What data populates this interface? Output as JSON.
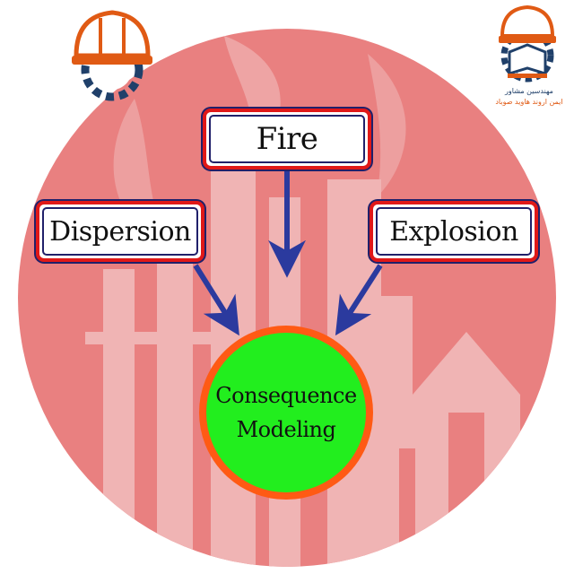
{
  "diagram": {
    "top_box": "Fire",
    "left_box": "Dispersion",
    "right_box": "Explosion",
    "center": {
      "line1": "Consequence",
      "line2": "Modeling"
    }
  },
  "logo": {
    "line1": "مهندسین مشاور",
    "line2": "ایمن اروند هاوید صوباد"
  },
  "colors": {
    "background_circle": "#e98080",
    "box_border": "#e01818",
    "arrow": "#2b3a9e",
    "center_fill": "#22ee1e",
    "center_ring": "#ff5a14"
  }
}
